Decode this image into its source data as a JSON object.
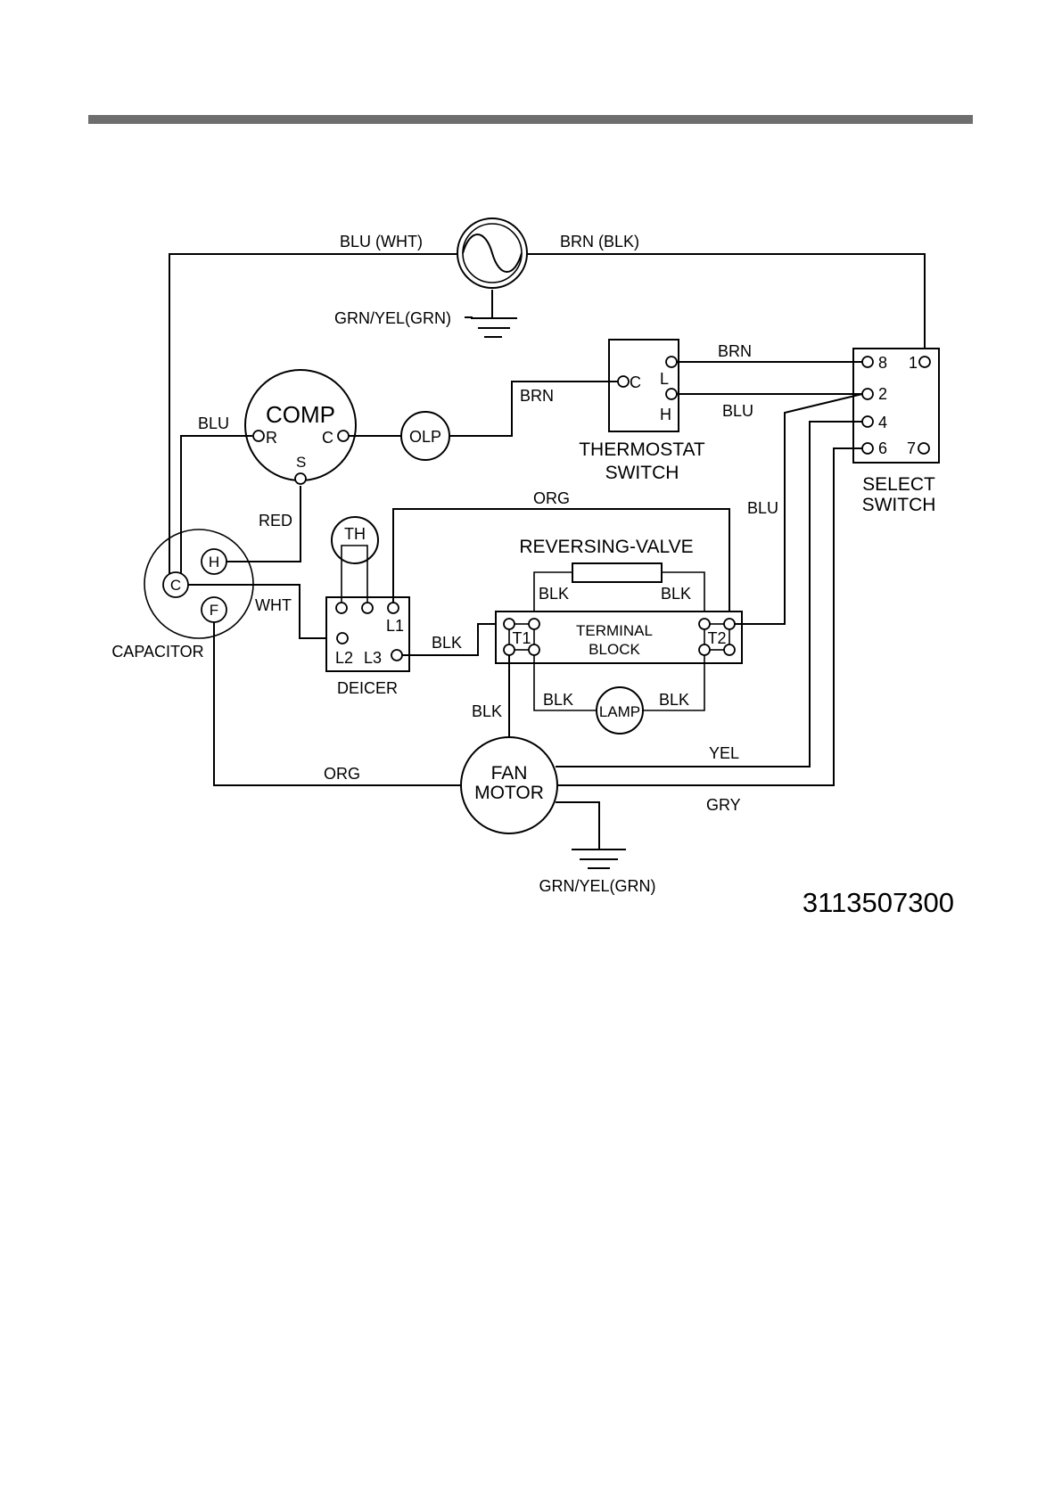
{
  "wire_labels": {
    "supply_left": "BLU (WHT)",
    "supply_right": "BRN (BLK)",
    "ground_top": "GRN/YEL(GRN)",
    "ground_bottom": "GRN/YEL(GRN)",
    "brn_to_8": "BRN",
    "blu_to_2": "BLU",
    "brn_to_olp": "BRN",
    "blu_comp_r": "BLU",
    "red": "RED",
    "wht": "WHT",
    "org_top": "ORG",
    "blu_vertical": "BLU",
    "blk_deicer": "BLK",
    "blk_valve_left": "BLK",
    "blk_valve_right": "BLK",
    "blk_lamp_left": "BLK",
    "blk_lamp_right": "BLK",
    "blk_fan": "BLK",
    "org_bottom": "ORG",
    "yel": "YEL",
    "gry": "GRY"
  },
  "components": {
    "compressor": {
      "name": "COMP",
      "pin_r": "R",
      "pin_c": "C",
      "pin_s": "S"
    },
    "olp": "OLP",
    "thermostat": {
      "pin_c": "C",
      "pin_l": "L",
      "pin_h": "H",
      "label_line1": "THERMOSTAT",
      "label_line2": "SWITCH"
    },
    "select_switch": {
      "pin_8": "8",
      "pin_1": "1",
      "pin_2": "2",
      "pin_4": "4",
      "pin_6": "6",
      "pin_7": "7",
      "label_line1": "SELECT",
      "label_line2": "SWITCH"
    },
    "capacitor": {
      "pin_h": "H",
      "pin_c": "C",
      "pin_f": "F",
      "label": "CAPACITOR"
    },
    "deicer": {
      "th": "TH",
      "l1": "L1",
      "l2": "L2",
      "l3": "L3",
      "label": "DEICER"
    },
    "reversing_valve": "REVERSING-VALVE",
    "terminal_block": {
      "line1": "TERMINAL",
      "line2": "BLOCK",
      "t1": "T1",
      "t2": "T2"
    },
    "lamp": "LAMP",
    "fan_motor": {
      "line1": "FAN",
      "line2": "MOTOR"
    }
  },
  "part_number": "3113507300"
}
